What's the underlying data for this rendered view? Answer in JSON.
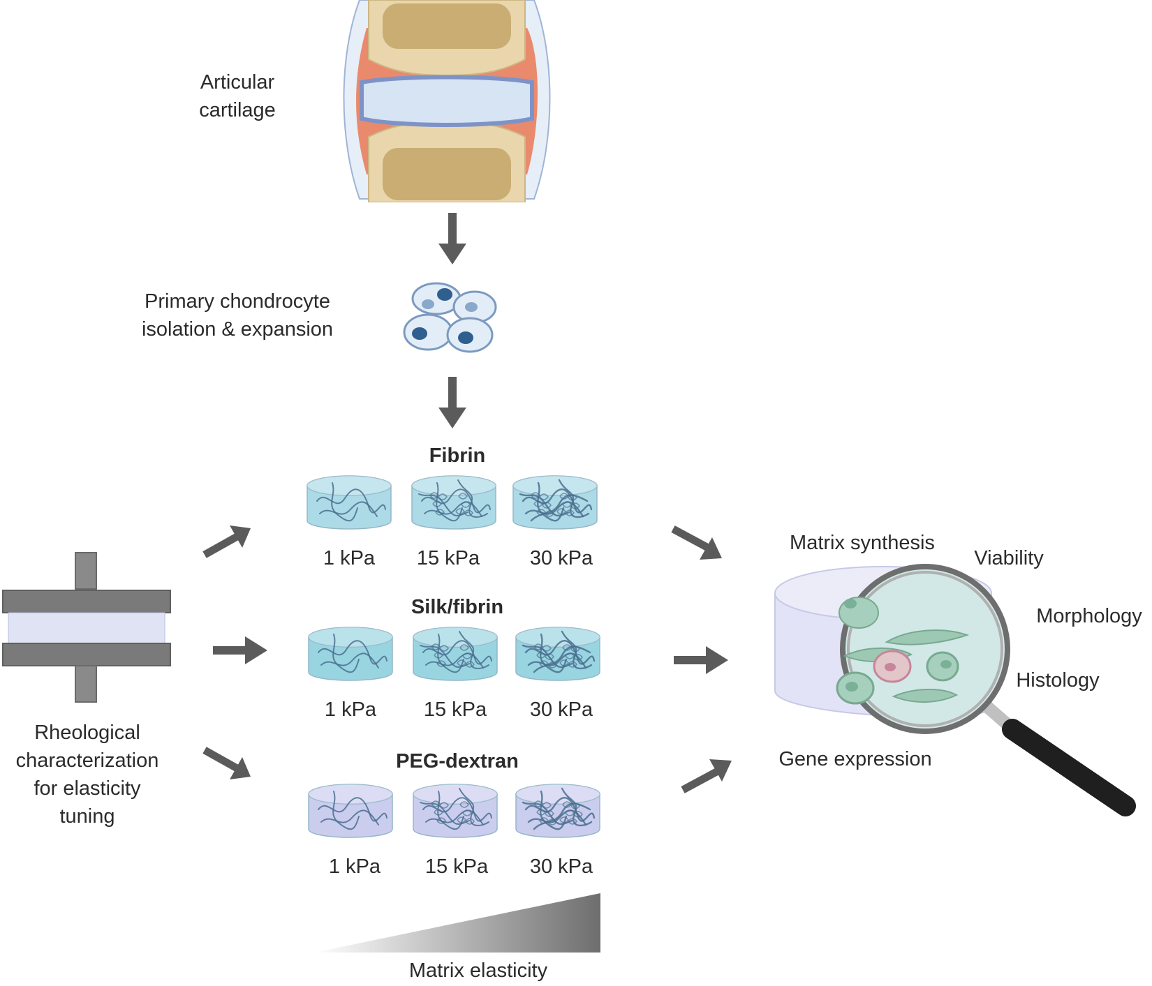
{
  "colors": {
    "arrow": "#5b5b5b",
    "bone": "#e9d6ac",
    "cartilage": "#d6e4f3",
    "fibrin_gel": "#a8d9e6",
    "silk_gel": "#94d3e0",
    "peg_gel": "#c9cbef",
    "fiber": "#4a6f8e",
    "rheometer_plate": "#777777"
  },
  "labels": {
    "articular_cartilage": [
      "Articular",
      "cartilage"
    ],
    "chondrocyte": [
      "Primary chondrocyte",
      "isolation & expansion"
    ],
    "rheology": [
      "Rheological",
      "characterization",
      "for elasticity",
      "tuning"
    ],
    "matrix_elasticity": "Matrix elasticity"
  },
  "hydrogels": [
    {
      "name": "Fibrin",
      "stiffness": [
        "1 kPa",
        "15 kPa",
        "30 kPa"
      ]
    },
    {
      "name": "Silk/fibrin",
      "stiffness": [
        "1 kPa",
        "15 kPa",
        "30 kPa"
      ]
    },
    {
      "name": "PEG-dextran",
      "stiffness": [
        "1 kPa",
        "15 kPa",
        "30 kPa"
      ]
    }
  ],
  "analysis": {
    "matrix_synthesis": "Matrix synthesis",
    "viability": "Viability",
    "morphology": "Morphology",
    "histology": "Histology",
    "gene_expression": "Gene expression"
  }
}
